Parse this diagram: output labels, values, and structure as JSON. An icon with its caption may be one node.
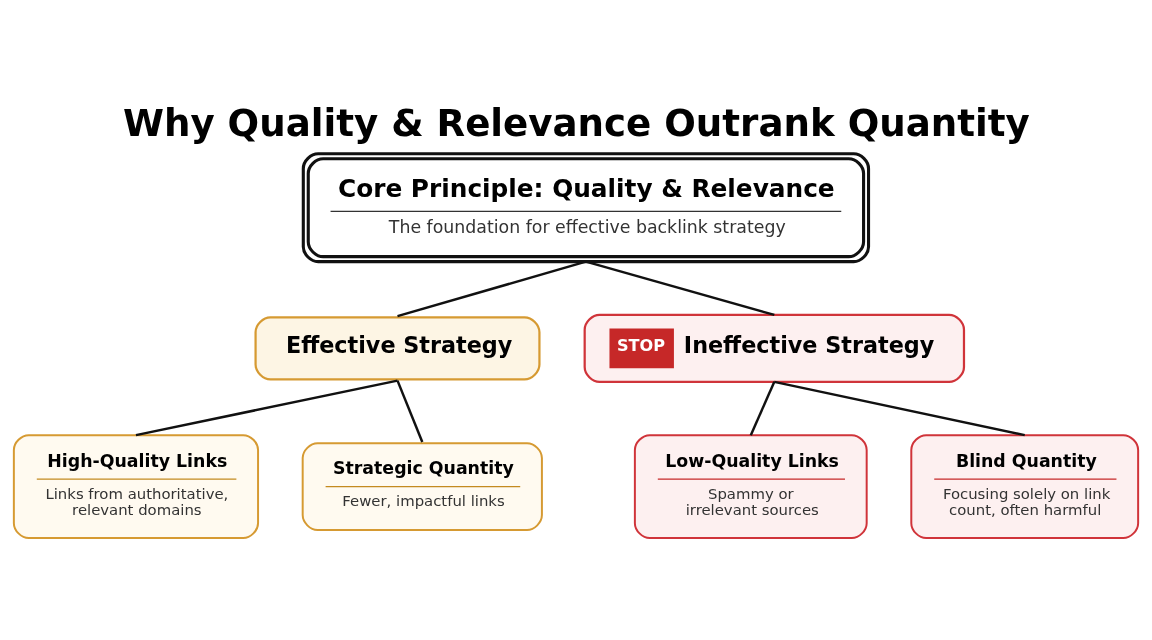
{
  "diagram": {
    "title": "Why Quality & Relevance Outrank Quantity",
    "nodes": [
      {
        "text": [
          "Core Principle: Quality & Relevance",
          "The foundation for effective backlink strategy"
        ]
      },
      {
        "text": [
          "Effective Strategy"
        ]
      },
      {
        "text": [
          "STOP",
          "Ineffective Strategy"
        ]
      },
      {
        "text": [
          "High-Quality Links",
          "Links from authoritative, relevant domains"
        ]
      },
      {
        "text": [
          "Strategic Quantity",
          "Fewer, impactful links"
        ]
      },
      {
        "text": [
          "Low-Quality Links",
          "Spammy or irrelevant sources"
        ]
      },
      {
        "text": [
          "Blind Quantity",
          "Focusing solely on link count, often harmful"
        ]
      }
    ],
    "edges": [
      {
        "from": 0,
        "to": 1,
        "arrow": "none"
      },
      {
        "from": 0,
        "to": 2,
        "arrow": "none"
      },
      {
        "from": 1,
        "to": 3,
        "arrow": "none"
      },
      {
        "from": 1,
        "to": 4,
        "arrow": "none"
      },
      {
        "from": 2,
        "to": 5,
        "arrow": "none"
      },
      {
        "from": 2,
        "to": 6,
        "arrow": "none"
      }
    ]
  }
}
